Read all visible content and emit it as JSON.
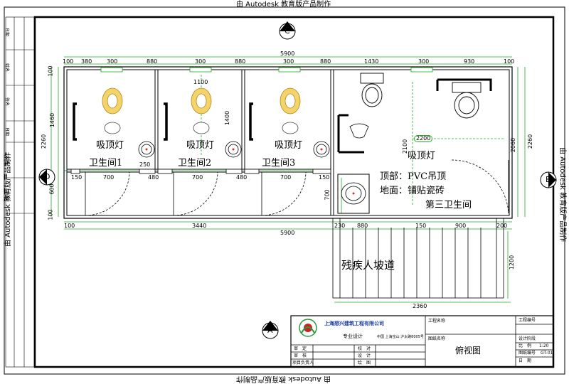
{
  "watermark": {
    "text": "由 Autodesk 教育版产品制作"
  },
  "grid_markers": {
    "c": "C",
    "d": "D",
    "b": "B",
    "a": "A"
  },
  "overall_dims": {
    "top": "5900",
    "bottom": "5900",
    "left": "2260",
    "right": "2260"
  },
  "top_dims": [
    "100",
    "380",
    "300",
    "880",
    "300",
    "880",
    "300",
    "880",
    "300",
    "1430",
    "300",
    "930",
    "100"
  ],
  "left_dims": {
    "upper": "1460",
    "lower": "600",
    "extra": "100",
    "extra2": "100"
  },
  "inner_dims": {
    "d1100": "1100",
    "d1400": "1400",
    "d2200": "2200",
    "d2100": "2100",
    "d2060": "2060",
    "d250": "250",
    "d700v": "700"
  },
  "door_dims": [
    "150",
    "700",
    "480",
    "700",
    "480",
    "700",
    "150"
  ],
  "bottom_dims": {
    "d100": "100",
    "d3440": "3440",
    "d230": "230",
    "d880": "880",
    "d150": "150",
    "d900": "900",
    "d200": "200",
    "d2360": "2360",
    "d1200": "1200"
  },
  "rooms": {
    "light1": "吸顶灯",
    "light2": "吸顶灯",
    "light3": "吸顶灯",
    "light4": "吸顶灯",
    "wc1": "卫生间1",
    "wc2": "卫生间2",
    "wc3": "卫生间3",
    "wc_accessible": "第三卫生间",
    "ceiling": "顶部：PVC吊顶",
    "floor": "地面：铺贴瓷砖",
    "ramp": "残疾人坡道"
  },
  "title_block": {
    "company": "上海想兴建筑工程有限公司",
    "subtitle": "专业设计",
    "address": "中国 上海宝山 沪太路8005号",
    "project_name_label": "工程名称",
    "drawing_name_label": "图纸名称",
    "drawing_name": "俯视图",
    "project_no_label": "工程编号",
    "design_stage_label": "设计阶段",
    "scale_label": "比　例",
    "scale_value": "1:20",
    "drawing_no_label": "图纸编号",
    "drawing_no": "GT-01",
    "date_label": "日　期",
    "rows": [
      "审　定",
      "审　核",
      "项目负责人"
    ],
    "rows2": [
      "校　对",
      "设　计",
      "绘　图"
    ]
  },
  "side_table": [
    "日期",
    "姓名",
    "签名",
    "日期",
    "姓名",
    "签名"
  ],
  "colors": {
    "dim_line": "#22aa22",
    "wall": "#000000",
    "fixture": "#e8c34a",
    "faucet": "#cc3333"
  }
}
